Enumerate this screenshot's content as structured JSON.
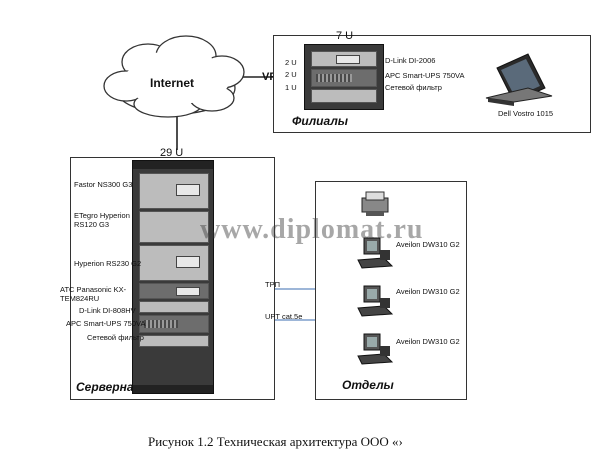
{
  "internet": {
    "label": "Internet"
  },
  "vpn": {
    "label": "VPN"
  },
  "branch": {
    "title": "Филиалы",
    "rack_label": "7 U",
    "units": [
      "2 U",
      "2 U",
      "1 U"
    ],
    "devices": [
      "D-Link  DI-2006",
      "APC Smart-UPS 750VA",
      "Сетевой фильтр"
    ],
    "laptop_label": "Dell Vostro 1015"
  },
  "server_room": {
    "title": "Серверная",
    "rack_label": "29 U",
    "devices": [
      "Fastor NS300 G3",
      "ETegro Hyperion\nRS120 G3",
      "Hyperion RS230 G2",
      "ATC Panasonic KX-\nTEM824RU",
      "D-Link DI-808HV",
      "APC Smart-UPS 750VA",
      "Сетевой фильтр"
    ]
  },
  "links": {
    "phone": "ТРП",
    "utp": "UPT cat.5e"
  },
  "departments": {
    "title": "Отделы",
    "workstations": [
      "Aveilon DW310 G2",
      "Aveilon DW310 G2",
      "Aveilon DW310 G2"
    ]
  },
  "watermark": "www.diplomat.ru",
  "caption": "Рисунок 1.2 Техническая архитектура ООО «›"
}
